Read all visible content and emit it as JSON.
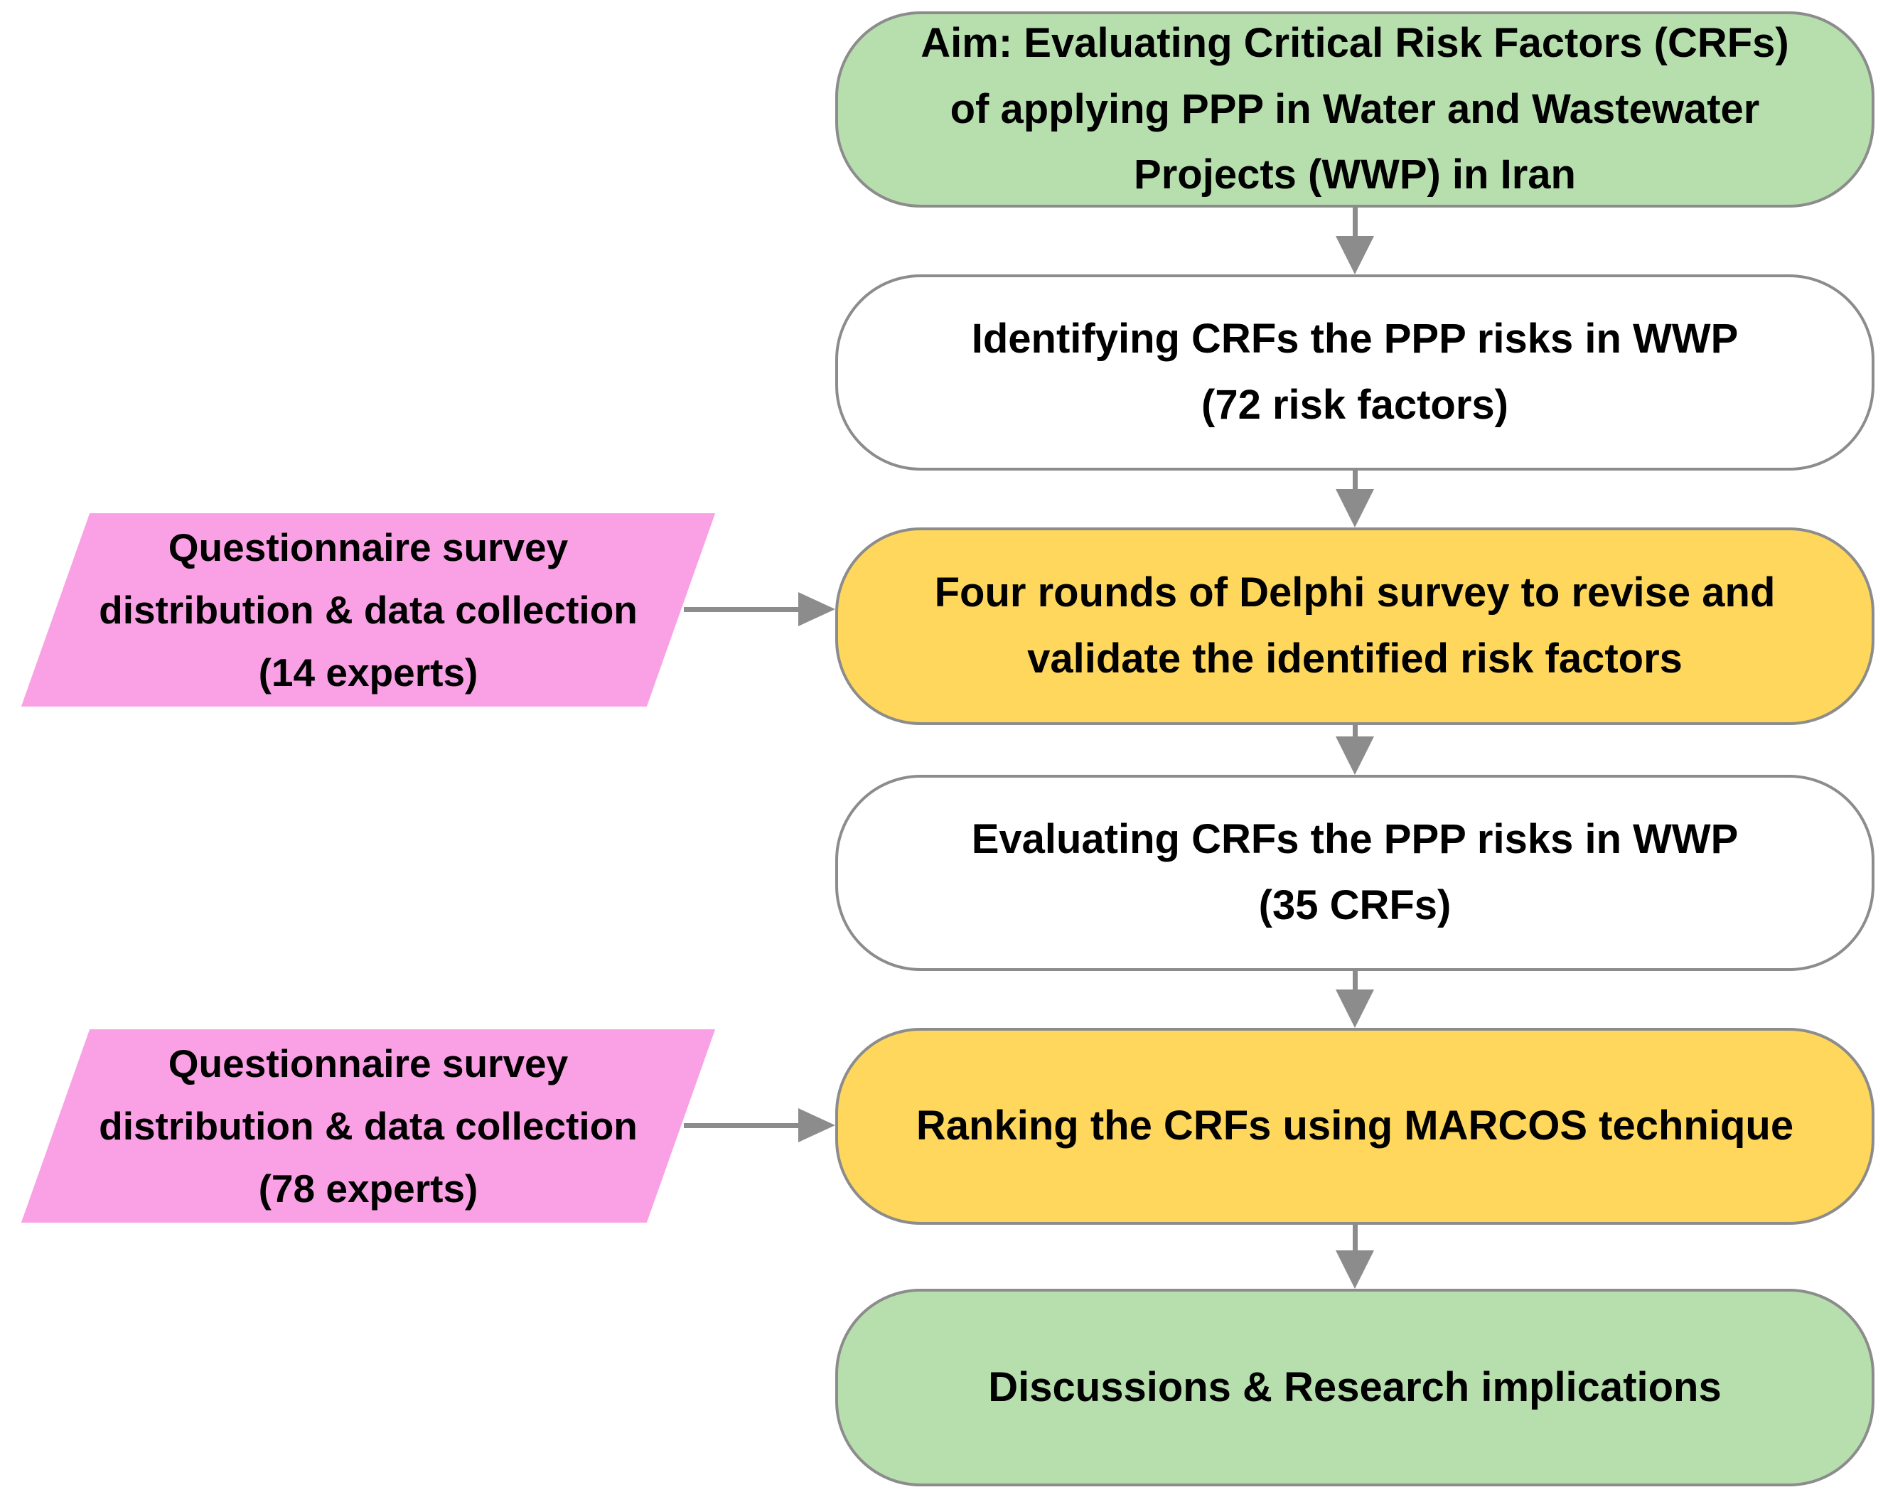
{
  "colors": {
    "green": "#b7dfae",
    "yellow": "#fed75c",
    "pink": "#f9a1e4",
    "border": "#8c8c8c",
    "arrow": "#8c8c8c",
    "text": "#000000"
  },
  "nodes": {
    "aim": {
      "shape": "rounded-rectangle",
      "fill": "green",
      "lines": [
        "Aim: Evaluating Critical Risk Factors (CRFs)",
        "of applying PPP in Water and Wastewater",
        "Projects (WWP) in Iran"
      ]
    },
    "identify": {
      "shape": "rounded-rectangle",
      "fill": "white",
      "lines": [
        "Identifying CRFs the PPP risks in WWP",
        "(72 risk factors)"
      ]
    },
    "delphi": {
      "shape": "rounded-rectangle",
      "fill": "yellow",
      "lines": [
        "Four rounds of Delphi survey  to revise and",
        "validate the identified risk factors"
      ]
    },
    "evaluate": {
      "shape": "rounded-rectangle",
      "fill": "white",
      "lines": [
        "Evaluating CRFs the PPP risks in WWP",
        "(35 CRFs)"
      ]
    },
    "ranking": {
      "shape": "rounded-rectangle",
      "fill": "yellow",
      "lines": [
        "Ranking the CRFs using MARCOS technique"
      ]
    },
    "discussion": {
      "shape": "rounded-rectangle",
      "fill": "green",
      "lines": [
        "Discussions & Research implications"
      ]
    },
    "survey14": {
      "shape": "parallelogram",
      "fill": "pink",
      "lines": [
        "Questionnaire survey",
        "distribution & data collection",
        "(14 experts)"
      ]
    },
    "survey78": {
      "shape": "parallelogram",
      "fill": "pink",
      "lines": [
        "Questionnaire survey",
        "distribution & data collection",
        "(78 experts)"
      ]
    }
  },
  "edges": [
    {
      "from": "aim",
      "to": "identify",
      "direction": "down"
    },
    {
      "from": "identify",
      "to": "delphi",
      "direction": "down"
    },
    {
      "from": "survey14",
      "to": "delphi",
      "direction": "right"
    },
    {
      "from": "delphi",
      "to": "evaluate",
      "direction": "down"
    },
    {
      "from": "evaluate",
      "to": "ranking",
      "direction": "down"
    },
    {
      "from": "survey78",
      "to": "ranking",
      "direction": "right"
    },
    {
      "from": "ranking",
      "to": "discussion",
      "direction": "down"
    }
  ]
}
